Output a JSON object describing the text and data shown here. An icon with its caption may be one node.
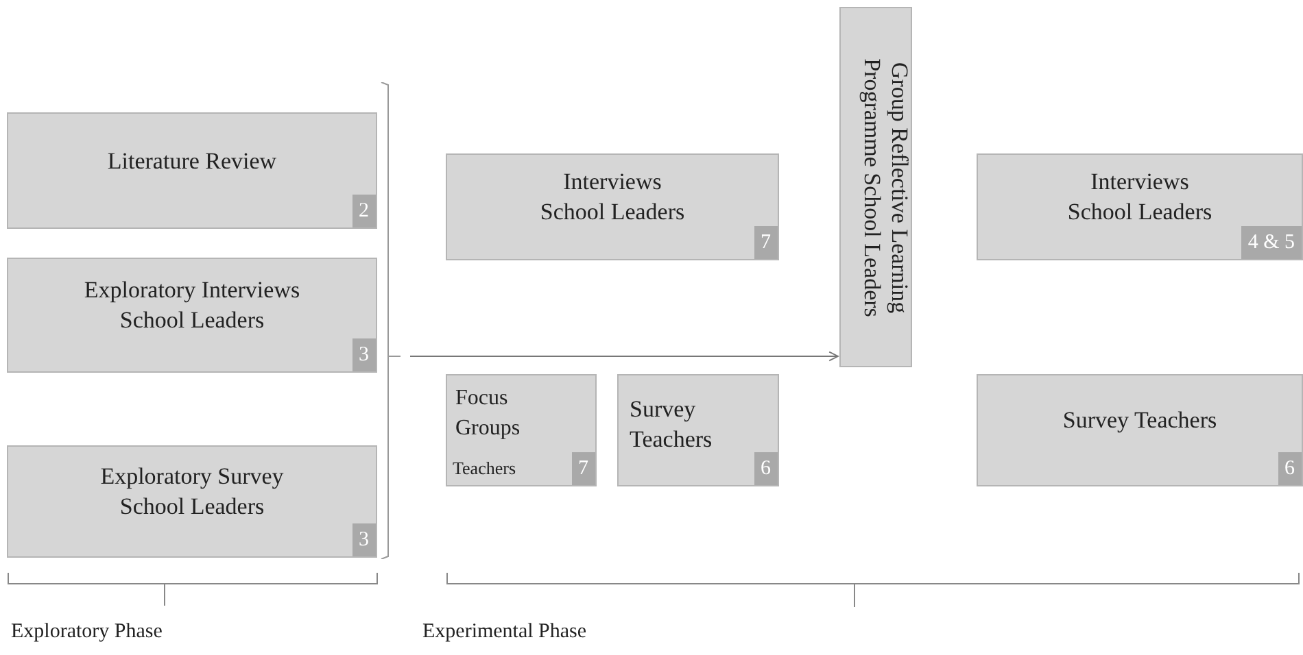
{
  "diagram": {
    "nodes": [
      {
        "text": [
          "Literature Review",
          "2"
        ]
      },
      {
        "text": [
          "Exploratory Interviews School Leaders",
          "3"
        ]
      },
      {
        "text": [
          "Exploratory Survey School Leaders",
          "3"
        ]
      },
      {
        "text": [
          "Interviews School Leaders",
          "7"
        ]
      },
      {
        "text": [
          "Focus Groups",
          "Teachers",
          "7"
        ]
      },
      {
        "text": [
          "Survey Teachers",
          "6"
        ]
      },
      {
        "text": [
          "Group Reflective Learning Programme School Leaders"
        ]
      },
      {
        "text": [
          "Interviews School Leaders",
          "4 & 5"
        ]
      },
      {
        "text": [
          "Survey Teachers",
          "6"
        ]
      },
      {
        "text": [],
        "shape": "bracket"
      }
    ],
    "edges": [
      {
        "from": 9,
        "to": 6,
        "arrow": "to"
      }
    ],
    "labels": [
      "Exploratory Phase",
      "Experimental Phase"
    ]
  }
}
